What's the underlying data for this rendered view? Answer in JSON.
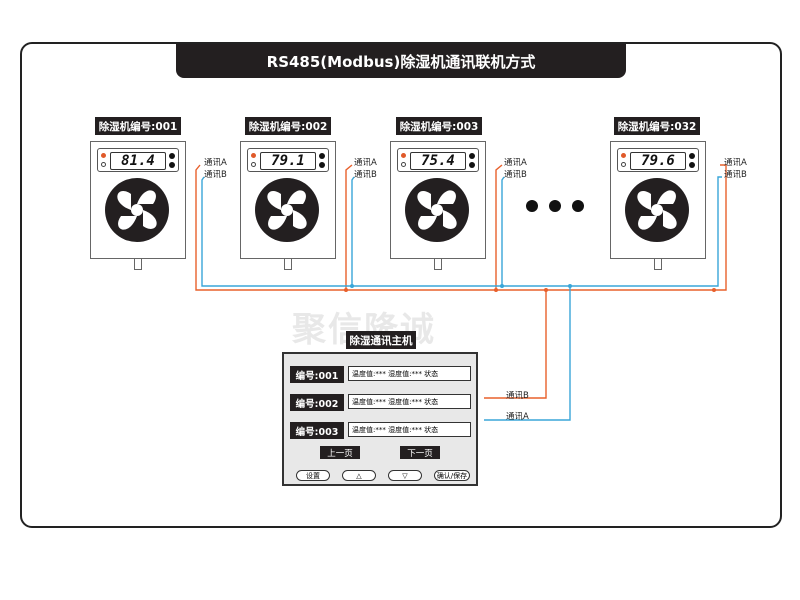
{
  "title": "RS485(Modbus)除湿机通讯联机方式",
  "units": [
    {
      "label": "除湿机编号:001",
      "reading": "81.4"
    },
    {
      "label": "除湿机编号:002",
      "reading": "79.1"
    },
    {
      "label": "除湿机编号:003",
      "reading": "75.4"
    },
    {
      "label": "除湿机编号:032",
      "reading": "79.6"
    }
  ],
  "comm_a": "通讯A",
  "comm_b": "通讯B",
  "master": {
    "title": "除湿通讯主机",
    "rows": [
      {
        "id": "编号:001",
        "info": "温度值:*** 湿度值:*** 状态"
      },
      {
        "id": "编号:002",
        "info": "温度值:*** 湿度值:*** 状态"
      },
      {
        "id": "编号:003",
        "info": "温度值:*** 湿度值:*** 状态"
      }
    ],
    "prev_page": "上一页",
    "next_page": "下一页",
    "keys": [
      "设置",
      "△",
      "▽",
      "确认/保存"
    ]
  },
  "watermark": "聚信隆诚",
  "colors": {
    "wire_a": "#e8602c",
    "wire_b": "#3aa6d8",
    "panel_dark": "#231f20"
  }
}
